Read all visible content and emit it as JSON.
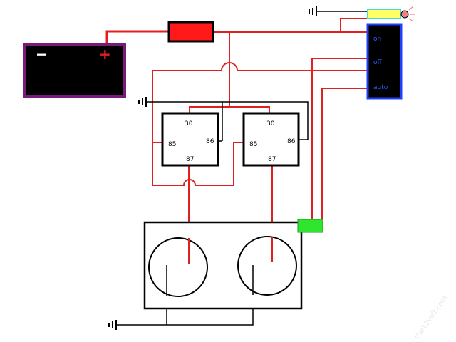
{
  "battery": {
    "neg_label": "−",
    "pos_label": "+"
  },
  "switch": {
    "positions": [
      "on",
      "off",
      "auto"
    ]
  },
  "relays": [
    {
      "pins": {
        "p30": "30",
        "p85": "85",
        "p86": "86",
        "p87": "87"
      }
    },
    {
      "pins": {
        "p30": "30",
        "p85": "85",
        "p86": "86",
        "p87": "87"
      }
    }
  ],
  "colors": {
    "wire": "#e02020",
    "ground": "#000000",
    "battery_border": "#7a1a7a",
    "battery_fill": "#000000",
    "fuse": "#ff1a1a",
    "switch_fill": "#000000",
    "switch_border": "#2040ff",
    "connector": "#2ee62e",
    "indicator": "#ffff66",
    "indicator_border": "#40e0d0"
  },
  "watermark": "the12volt.com"
}
